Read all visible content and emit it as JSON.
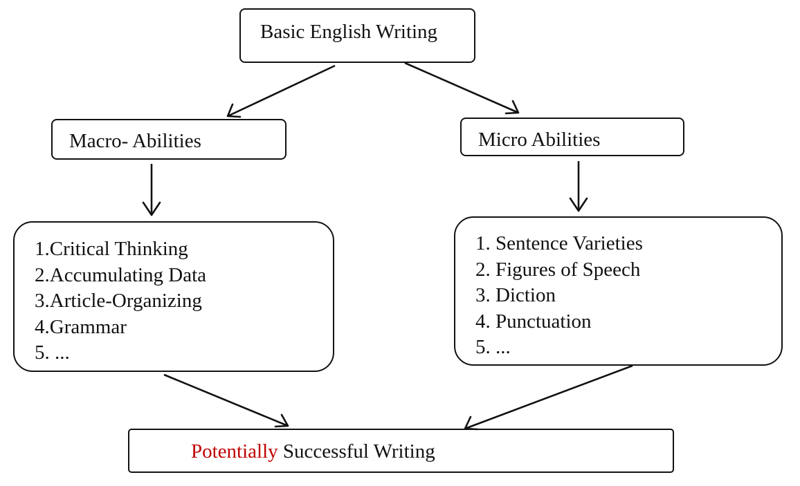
{
  "diagram": {
    "top": {
      "label": "Basic English Writing"
    },
    "macro": {
      "label": "Macro- Abilities"
    },
    "micro": {
      "label": "Micro Abilities"
    },
    "macro_list": {
      "items": [
        "1.Critical Thinking",
        "2.Accumulating Data",
        "3.Article-Organizing",
        "4.Grammar",
        "5. ..."
      ]
    },
    "micro_list": {
      "items": [
        "1. Sentence Varieties",
        "2. Figures of Speech",
        "3. Diction",
        "4. Punctuation",
        "5. ..."
      ]
    },
    "bottom": {
      "label_accent": "Potentially",
      "label_rest": " Successful Writing",
      "accent_color": "#c00000"
    }
  }
}
